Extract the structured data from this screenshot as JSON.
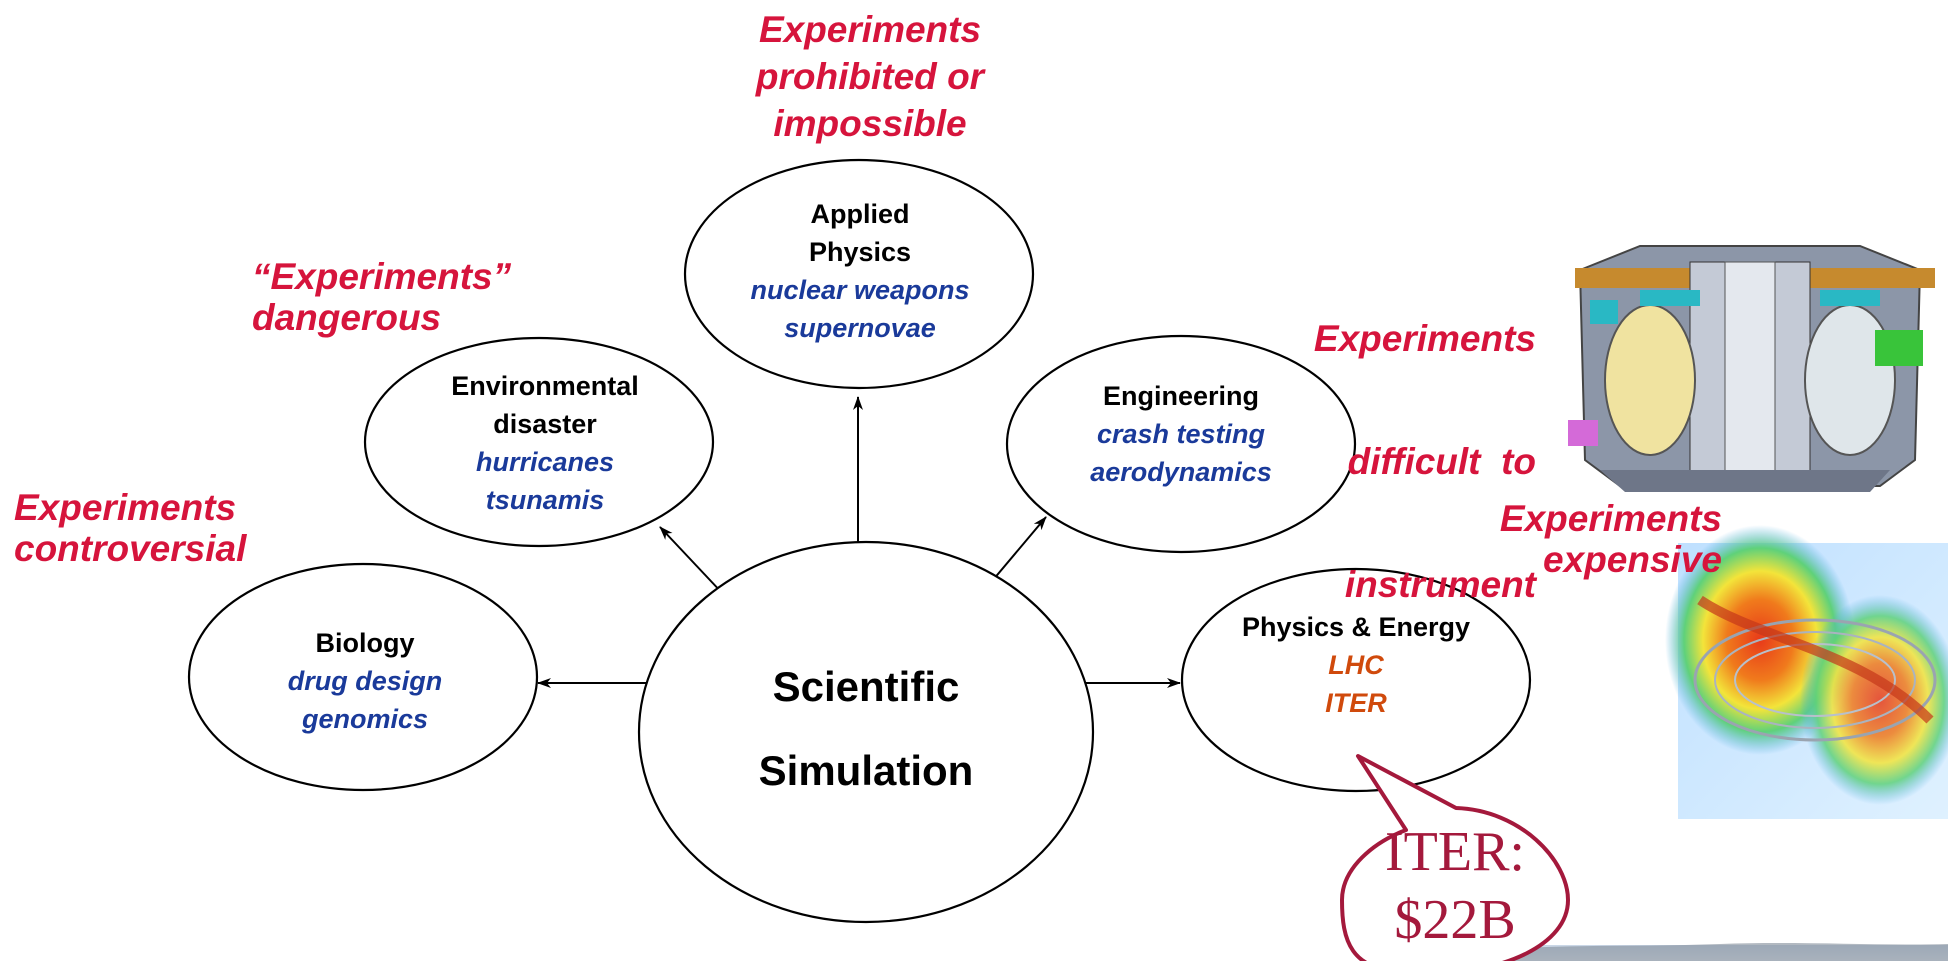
{
  "center": {
    "line1": "Scientific",
    "line2": "Simulation"
  },
  "nodes": {
    "biology": {
      "title": "Biology",
      "examples": [
        "drug design",
        "genomics"
      ]
    },
    "environmental": {
      "title_lines": [
        "Environmental",
        "disaster"
      ],
      "examples": [
        "hurricanes",
        "tsunamis"
      ]
    },
    "applied": {
      "title_lines": [
        "Applied",
        "Physics"
      ],
      "examples": [
        "nuclear weapons",
        "supernovae"
      ]
    },
    "engineering": {
      "title": "Engineering",
      "examples": [
        "crash testing",
        "aerodynamics"
      ]
    },
    "physics_energy": {
      "title": "Physics & Energy",
      "examples": [
        "LHC",
        "ITER"
      ]
    }
  },
  "labels": {
    "controversial": [
      "Experiments",
      "controversial"
    ],
    "dangerous": [
      "“Experiments”",
      "dangerous"
    ],
    "prohibited": [
      "Experiments",
      "prohibited or",
      "impossible"
    ],
    "difficult": [
      "Experiments",
      "difficult  to",
      "instrument"
    ],
    "expensive": [
      "Experiments",
      "expensive"
    ]
  },
  "callout": {
    "line1": "ITER:",
    "line2": "$22B"
  },
  "colors": {
    "label_red": "#d6143c",
    "example_blue": "#1a3a9a",
    "example_orange": "#d04a0c",
    "callout_border": "#a4193c"
  },
  "images": [
    "tokamak-cutaway-image",
    "plasma-simulation-image",
    "landscape-photo-image"
  ]
}
